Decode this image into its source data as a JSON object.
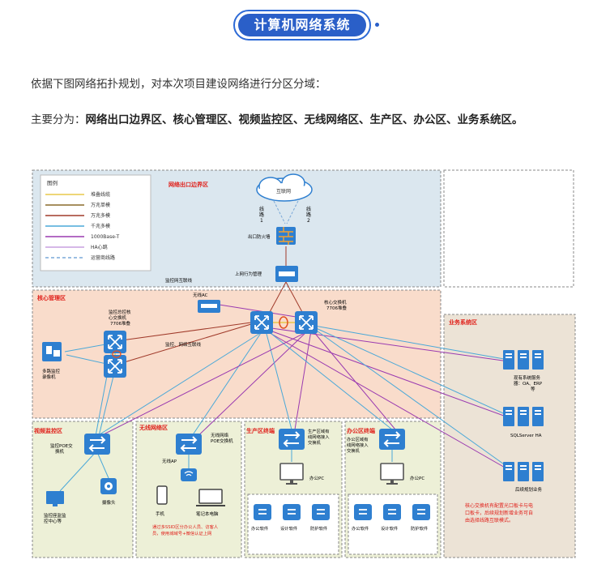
{
  "header": {
    "title": "计算机网络系统"
  },
  "intro": {
    "text": "依据下图网络拓扑规划，对本次项目建设网络进行分区分域："
  },
  "zones_sentence": {
    "prefix": "主要分为：",
    "zones": "网络出口边界区、核心管理区、视频监控区、无线网络区、生产区、办公区、业务系统区。"
  },
  "diagram": {
    "legend": {
      "title": "图例",
      "items": [
        {
          "label": "堆叠线缆",
          "color": "#e8c84a",
          "dash": false
        },
        {
          "label": "万兆单模",
          "color": "#8a6a2a",
          "dash": false
        },
        {
          "label": "万兆多模",
          "color": "#a03a2a",
          "dash": false
        },
        {
          "label": "千兆多模",
          "color": "#4aa8d8",
          "dash": false
        },
        {
          "label": "1000Base-T",
          "color": "#9a3ab0",
          "dash": false
        },
        {
          "label": "HA心跳",
          "color": "#c8a0e0",
          "dash": false
        },
        {
          "label": "运营商线路",
          "color": "#7aa8d8",
          "dash": true
        }
      ]
    },
    "zones": {
      "border": "网络出口边界区",
      "core": "核心管理区",
      "business": "业务系统区",
      "video": "视频监控区",
      "wireless": "无线网络区",
      "production": "生产区终端",
      "office": "办公区终端"
    },
    "labels": {
      "internet": "互联网",
      "line1": [
        "线",
        "路",
        "1"
      ],
      "line2": [
        "线",
        "路",
        "2"
      ],
      "firewall": "出口防火墙",
      "behavior": "上网行为管理",
      "monitor_link": "监控网互联线",
      "ac": "无线AC",
      "core_switch": [
        "核心交换机",
        "7706堆叠"
      ],
      "mon_core": [
        "监控总控核",
        "心交换机",
        "7706堆叠"
      ],
      "nvr": [
        "多路监控",
        "录像机"
      ],
      "mon_link2": "监控、网络互联线",
      "biz_server": [
        "现有系统服务",
        "器：OA、ERP",
        "等"
      ],
      "sql": "SQLServer HA",
      "later_biz": "后续规划业务",
      "biz_note": [
        "核心交换机有配置光口板卡与电",
        "口板卡，后续规划新增业务可自",
        "由选择线路互联模式。"
      ],
      "video_sw": [
        "监控POE交",
        "换机"
      ],
      "video_center": [
        "监控座监监",
        "控中心等"
      ],
      "camera": "摄像头",
      "wifi_sw": [
        "无线网络",
        "POE交换机"
      ],
      "ap": "无线AP",
      "phone": "手机",
      "laptop": "笔记本电脑",
      "wifi_note": [
        "通过多SSID区分办公人员、访客人",
        "员，使用城域号+微信认证上网"
      ],
      "prod_sw": [
        "生产区域有",
        "线网络接入",
        "交换机"
      ],
      "prod_pc": "办公PC",
      "office_sw": [
        "办公区域有",
        "线网络接入",
        "交换机"
      ],
      "office_pc": "办公PC",
      "prod_apps": [
        "办公软件",
        "设计软件",
        "防护软件"
      ],
      "office_apps": [
        "办公软件",
        "设计软件",
        "防护软件"
      ]
    }
  },
  "colors": {
    "accent": "#2a5fc8",
    "zone_border": "#dbe7ef",
    "zone_core": "#f9dccb",
    "zone_business": "#ece3d6",
    "zone_green": "#edf0d7",
    "zone_label": "#e0201a",
    "node": "#2e7fd0"
  }
}
